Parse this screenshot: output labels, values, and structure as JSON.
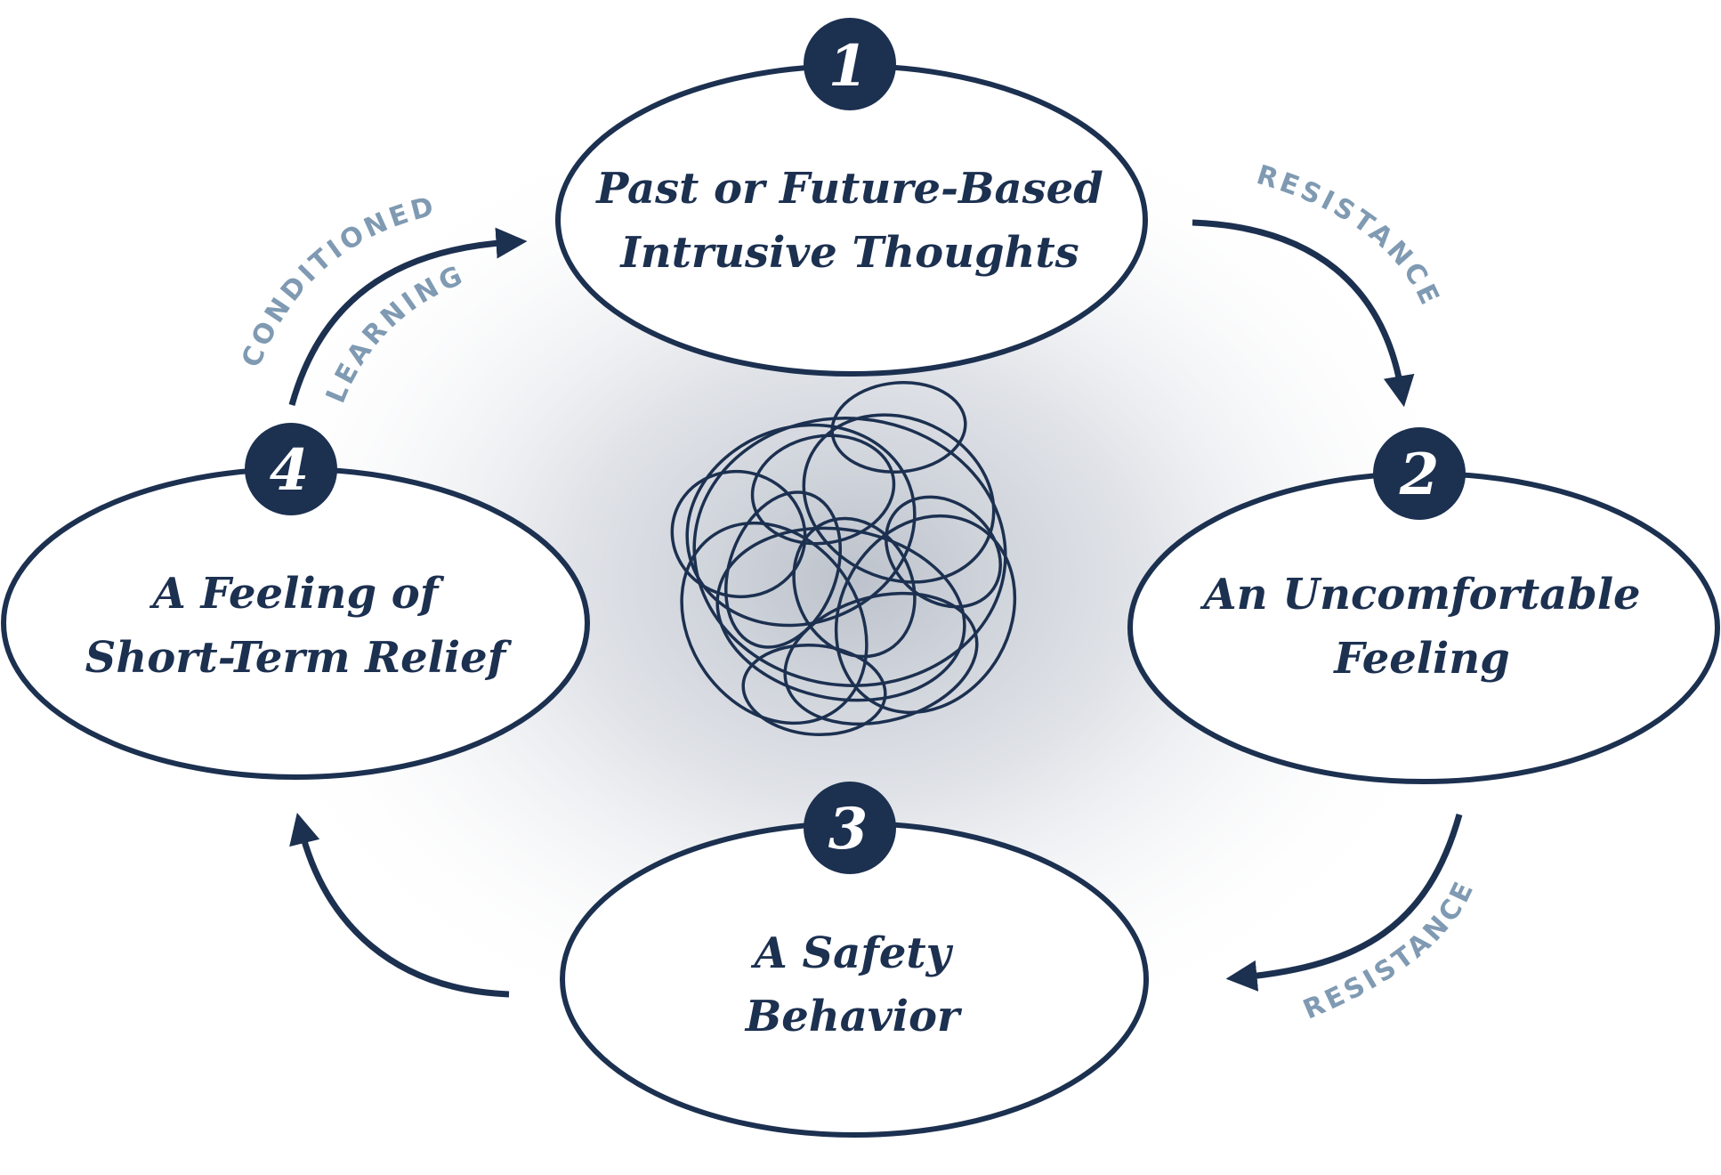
{
  "colors": {
    "navy": "#1c3050",
    "label_blue": "#7f9ab2",
    "node_fill": "#ffffff",
    "background_glow": "#c8ccd4"
  },
  "nodes": [
    {
      "number": "1",
      "lines": [
        "Past or Future-Based",
        "Intrusive Thoughts"
      ]
    },
    {
      "number": "2",
      "lines": [
        "An Uncomfortable",
        "Feeling"
      ]
    },
    {
      "number": "3",
      "lines": [
        "A Safety",
        "Behavior"
      ]
    },
    {
      "number": "4",
      "lines": [
        "A Feeling of",
        "Short-Term Relief"
      ]
    }
  ],
  "edge_labels": {
    "one_to_two": "RESISTANCE",
    "two_to_three": "RESISTANCE",
    "four_to_one_outer": "CONDITIONED",
    "four_to_one_inner": "LEARNING"
  },
  "center_icon": "tangled-scribble-icon"
}
